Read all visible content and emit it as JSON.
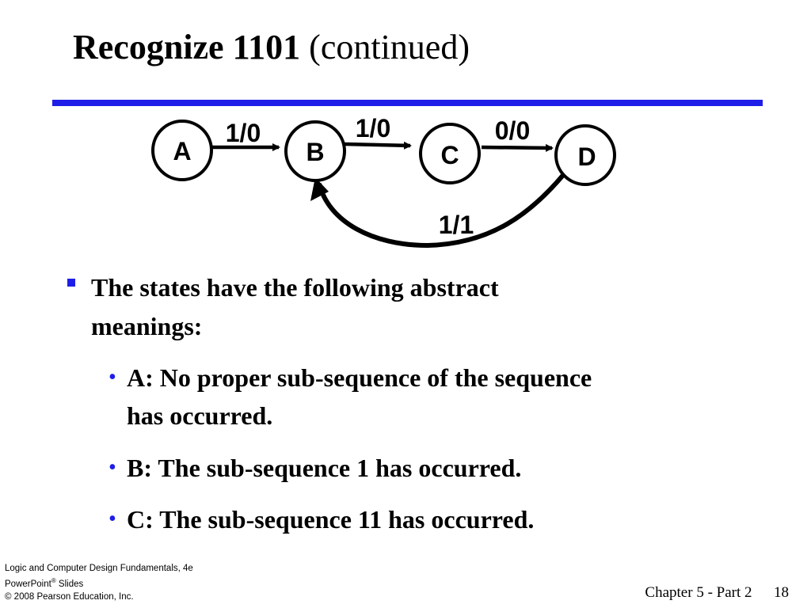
{
  "slide": {
    "title_bold": "Recognize 1101",
    "title_rest": "(continued)",
    "accent_color": "#1e1ee8"
  },
  "diagram": {
    "states": [
      "A",
      "B",
      "C",
      "D"
    ],
    "transitions": [
      {
        "from": "A",
        "to": "B",
        "label": "1/0"
      },
      {
        "from": "B",
        "to": "C",
        "label": "1/0"
      },
      {
        "from": "C",
        "to": "D",
        "label": "0/0"
      },
      {
        "from": "D",
        "to": "B",
        "label": "1/1"
      }
    ]
  },
  "bullets": {
    "main_line1": "The states have the following abstract",
    "main_line2": "meanings:",
    "sub": [
      {
        "line1": "A:  No proper sub-sequence of the sequence",
        "line2": "has occurred."
      },
      {
        "line1": "B:  The sub-sequence 1 has occurred."
      },
      {
        "line1": "C:  The sub-sequence 11 has occurred."
      }
    ]
  },
  "footer": {
    "book_line": "Logic and Computer Design Fundamentals, 4e",
    "ppt_line_a": "PowerPoint",
    "ppt_line_reg": "®",
    "ppt_line_b": " Slides",
    "copyright": "© 2008 Pearson Education, Inc.",
    "chapter": "Chapter 5 - Part 2",
    "page": "18"
  }
}
